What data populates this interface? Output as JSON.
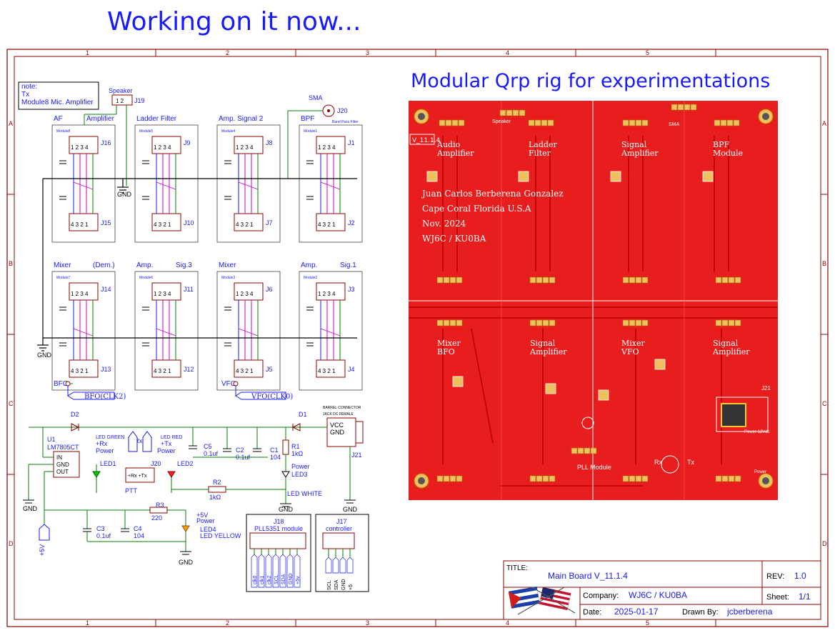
{
  "headline": "Working on it now...",
  "board_title": "Modular Qrp rig for experimentations",
  "grid": {
    "columns": [
      "1",
      "2",
      "3",
      "4",
      "5"
    ],
    "rows": [
      "A",
      "B",
      "C",
      "D"
    ]
  },
  "note": {
    "line1": "note:",
    "line2": "Tx",
    "line3": "Module8 Mic. Amplifier"
  },
  "schematic": {
    "speaker": "Speaker",
    "j19": "J19",
    "sma": "SMA",
    "j20": "J20",
    "band_pass_filter": "Band Pass Filter",
    "gnd": "GND",
    "modules_top": [
      {
        "title": "AF",
        "title2": "Amplifier",
        "mod": "Module8",
        "upper": "J16",
        "lower": "J15"
      },
      {
        "title": "Ladder Filter",
        "title2": "",
        "mod": "Module5",
        "upper": "J9",
        "lower": "J10"
      },
      {
        "title": "Amp. Signal 2",
        "title2": "",
        "mod": "Module4",
        "upper": "J8",
        "lower": "J7"
      },
      {
        "title": "BPF",
        "title2": "",
        "mod": "Module1",
        "upper": "J1",
        "lower": "J2"
      }
    ],
    "modules_bottom": [
      {
        "title": "Mixer",
        "title2": "(Dem.)",
        "mod": "Module7",
        "upper": "J14",
        "lower": "J13"
      },
      {
        "title": "Amp.",
        "title2": "Sig.3",
        "mod": "Module6",
        "upper": "J11",
        "lower": "J12"
      },
      {
        "title": "Mixer",
        "title2": "",
        "mod": "Module3",
        "upper": "J6",
        "lower": "J5"
      },
      {
        "title": "Amp.",
        "title2": "Sig.1",
        "mod": "Module2",
        "upper": "J3",
        "lower": "J4"
      }
    ],
    "bfo": "BFO",
    "bfo_clk": "BFO(CLK2)",
    "vfo": "VFO",
    "vfo_clk": "VFO(CLK0)",
    "d2": "D2",
    "d1": "D1",
    "u1": "U1",
    "u1_part": "LM7805CT",
    "u1_pins": [
      "IN",
      "GND",
      "OUT"
    ],
    "led_green": "LED GREEN",
    "rx_power": "+Rx",
    "power_label": "Power",
    "led_red": "LED RED",
    "tx_power": "+Tx",
    "led1": "LED1",
    "led2": "LED2",
    "j20b": "J20",
    "ptt": "PTT",
    "ptt_pins": "+Rx  +Tx",
    "c5": "C5",
    "c5v": "0.1uf",
    "c2": "C2",
    "c2v": "0.1uf",
    "c1": "C1",
    "c1v": "104",
    "r1": "R1",
    "r1v": "1kΩ",
    "led3": "LED3",
    "led_white": "LED WHITE",
    "r2": "R2",
    "r2v": "1kΩ",
    "barrel": "BARREL CONNECTOR",
    "jack": "JACK DC FEMALE",
    "vcc": "VCC",
    "gnd_b": "GND",
    "j21": "J21",
    "r3": "R3",
    "r3v": "220",
    "c3": "C3",
    "c3v": "0.1uf",
    "c4": "C4",
    "c4v": "104",
    "plus5v_a": "+5V",
    "plus5v_b": "+5V",
    "power5": "Power",
    "led4": "LED4",
    "led_yellow": "LED YELLOW",
    "j18": "J18",
    "pll": "PLL5351 module",
    "j18_pins": [
      "clk0",
      "clk1",
      "clk2",
      "SCL",
      "SDA",
      "GND",
      "+5v"
    ],
    "j17": "J17",
    "controller": "controller",
    "j17_pins": [
      "SCL",
      "SDA",
      "GND",
      "+5"
    ]
  },
  "pcb": {
    "version": "V_11.1.4",
    "author_lines": [
      "Juan Carlos Berberena Gonzalez",
      "Cape Coral Florida U.S.A",
      "Nov. 2024",
      "WJ6C / KU0BA"
    ],
    "module_labels": [
      {
        "text": "Audio\nAmplifier"
      },
      {
        "text": "Ladder\nFilter"
      },
      {
        "text": "Signal\nAmplifier"
      },
      {
        "text": "BPF\nModule"
      },
      {
        "text": "Mixer\nBFO"
      },
      {
        "text": "Signal\nAmplifier"
      },
      {
        "text": "Mixer\nVFO"
      },
      {
        "text": "Signal\nAmplifier"
      }
    ],
    "speaker": "Speaker",
    "sma": "SMA",
    "pll_module": "PLL Module",
    "power_12": "Power 12Vdc",
    "power": "Power",
    "rx": "Rx",
    "tx": "Tx",
    "j21": "J21"
  },
  "title_block": {
    "title_label": "TITLE:",
    "title": "Main Board V_11.1.4",
    "rev_label": "REV:",
    "rev": "1.0",
    "company_label": "Company:",
    "company": "WJ6C / KU0BA",
    "sheet_label": "Sheet:",
    "sheet": "1/1",
    "date_label": "Date:",
    "date": "2025-01-17",
    "drawn_label": "Drawn By:",
    "drawn": "jcberberena"
  },
  "colors": {
    "frame": "#8b0000",
    "ink": "#1a1aff",
    "pcb_red": "#e81e1e",
    "silk": "#ffffff"
  }
}
